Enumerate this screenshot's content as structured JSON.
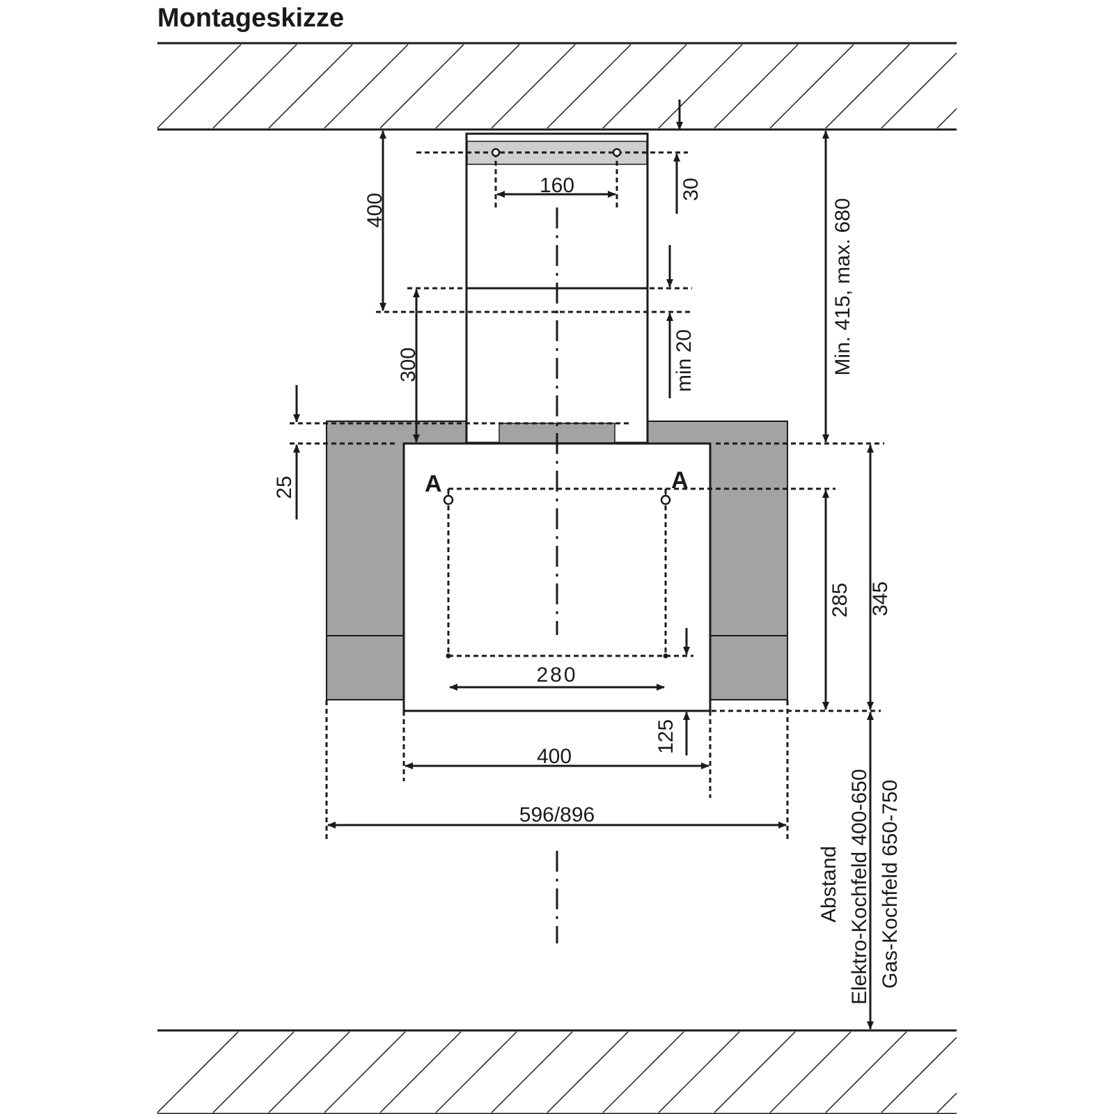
{
  "title": "Montageskizze",
  "dimensions": {
    "bracket_hole_spacing": "160",
    "bracket_offset": "30",
    "upper_chimney_length": "400",
    "lower_chimney_length": "300",
    "chimney_overlap": "min 20",
    "ceiling_height_range": "Min. 415, max. 680",
    "hood_top_step": "25",
    "hood_height": "345",
    "hanger_height": "285",
    "hole_spacing_lower": "280",
    "lower_hole_offset": "125",
    "chimney_width": "400",
    "hood_width": "596/896"
  },
  "markers": {
    "left_hanger": "A",
    "right_hanger": "A"
  },
  "distance_note": {
    "line1": "Abstand",
    "line2": "Elektro-Kochfeld 400-650",
    "line3": "Gas-Kochfeld 650-750"
  },
  "colors": {
    "line": "#1a1a1a",
    "hood_gray": "#a3a3a3",
    "bracket_gray": "#cfcfcf",
    "background": "#ffffff"
  }
}
